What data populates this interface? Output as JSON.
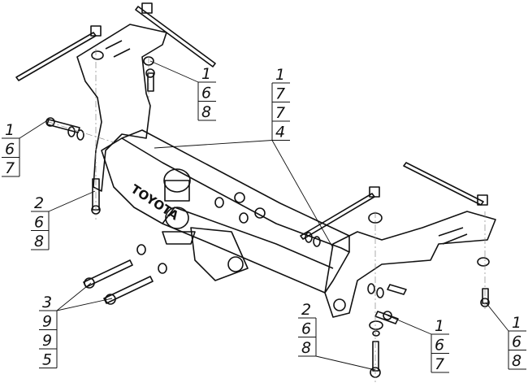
{
  "drawing": {
    "title": "Tow hitch assembly exploded view",
    "brand_marking": "TOYOTA"
  },
  "callouts": [
    {
      "id": "top-bracket-bolt",
      "items": [
        "1",
        "6",
        "8"
      ]
    },
    {
      "id": "beam-center",
      "items": [
        "1",
        "7",
        "7",
        "4"
      ]
    },
    {
      "id": "left-side-bolt",
      "items": [
        "1",
        "6",
        "7"
      ]
    },
    {
      "id": "left-vertical-bolt",
      "items": [
        "2",
        "6",
        "8"
      ]
    },
    {
      "id": "ball-mount-bolts",
      "items": [
        "3",
        "9",
        "9",
        "5"
      ]
    },
    {
      "id": "right-vertical-bolt",
      "items": [
        "2",
        "6",
        "8"
      ]
    },
    {
      "id": "right-side-bolt",
      "items": [
        "1",
        "6",
        "7"
      ]
    },
    {
      "id": "right-bracket-bolt",
      "items": [
        "1",
        "6",
        "8"
      ]
    }
  ],
  "colors": {
    "line": "#111111",
    "centerline": "#888888"
  }
}
